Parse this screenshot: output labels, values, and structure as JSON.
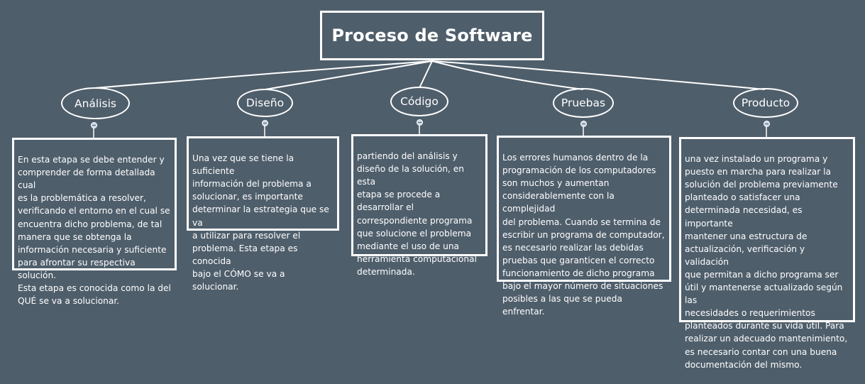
{
  "root": {
    "title": "Proceso de Software"
  },
  "topics": [
    {
      "label": "Análisis",
      "description": "En esta etapa se debe entender y\n comprender de forma detallada cual\n es la problemática a resolver,\nverificando el entorno en el cual se\n encuentra dicho problema, de tal\n manera que se obtenga la\n información necesaria y suficiente\n para afrontar su respectiva solución.\n Esta etapa es conocida como la del\n QUÉ se va a solucionar."
    },
    {
      "label": "Diseño",
      "description": "Una vez que se tiene la suficiente\n información del problema a\n solucionar, es importante\n determinar la estrategia que se va\n a utilizar para resolver el\n problema. Esta etapa es conocida\n bajo el CÓMO se va a solucionar."
    },
    {
      "label": "Código",
      "description": "partiendo del análisis y\n diseño de la solución, en esta\n etapa se procede a\n desarrollar el\n correspondiente programa\n que solucione el problema\n mediante el uso de una\n herramienta computacional\n determinada."
    },
    {
      "label": "Pruebas",
      "description": " Los errores humanos dentro de la\n programación de los computadores\n son muchos y aumentan\n considerablemente con la complejidad\n del problema. Cuando se termina de\n escribir un programa de computador,\n es necesario realizar las debidas\n pruebas que garanticen el correcto\n funcionamiento de dicho programa\n bajo el mayor número de situaciones\n posibles a las que se pueda enfrentar."
    },
    {
      "label": "Producto",
      "description": " una vez instalado un programa y\n puesto en marcha para realizar la\n solución del problema previamente\n planteado o satisfacer una\n determinada necesidad, es importante\n mantener una estructura de\n actualización, verificación y validación\n que permitan a dicho programa ser\n útil y mantenerse actualizado según las\n necesidades o requerimientos\n planteados durante su vida útil. Para\n realizar un adecuado mantenimiento,\n es necesario contar con una buena\n documentación del mismo."
    }
  ]
}
